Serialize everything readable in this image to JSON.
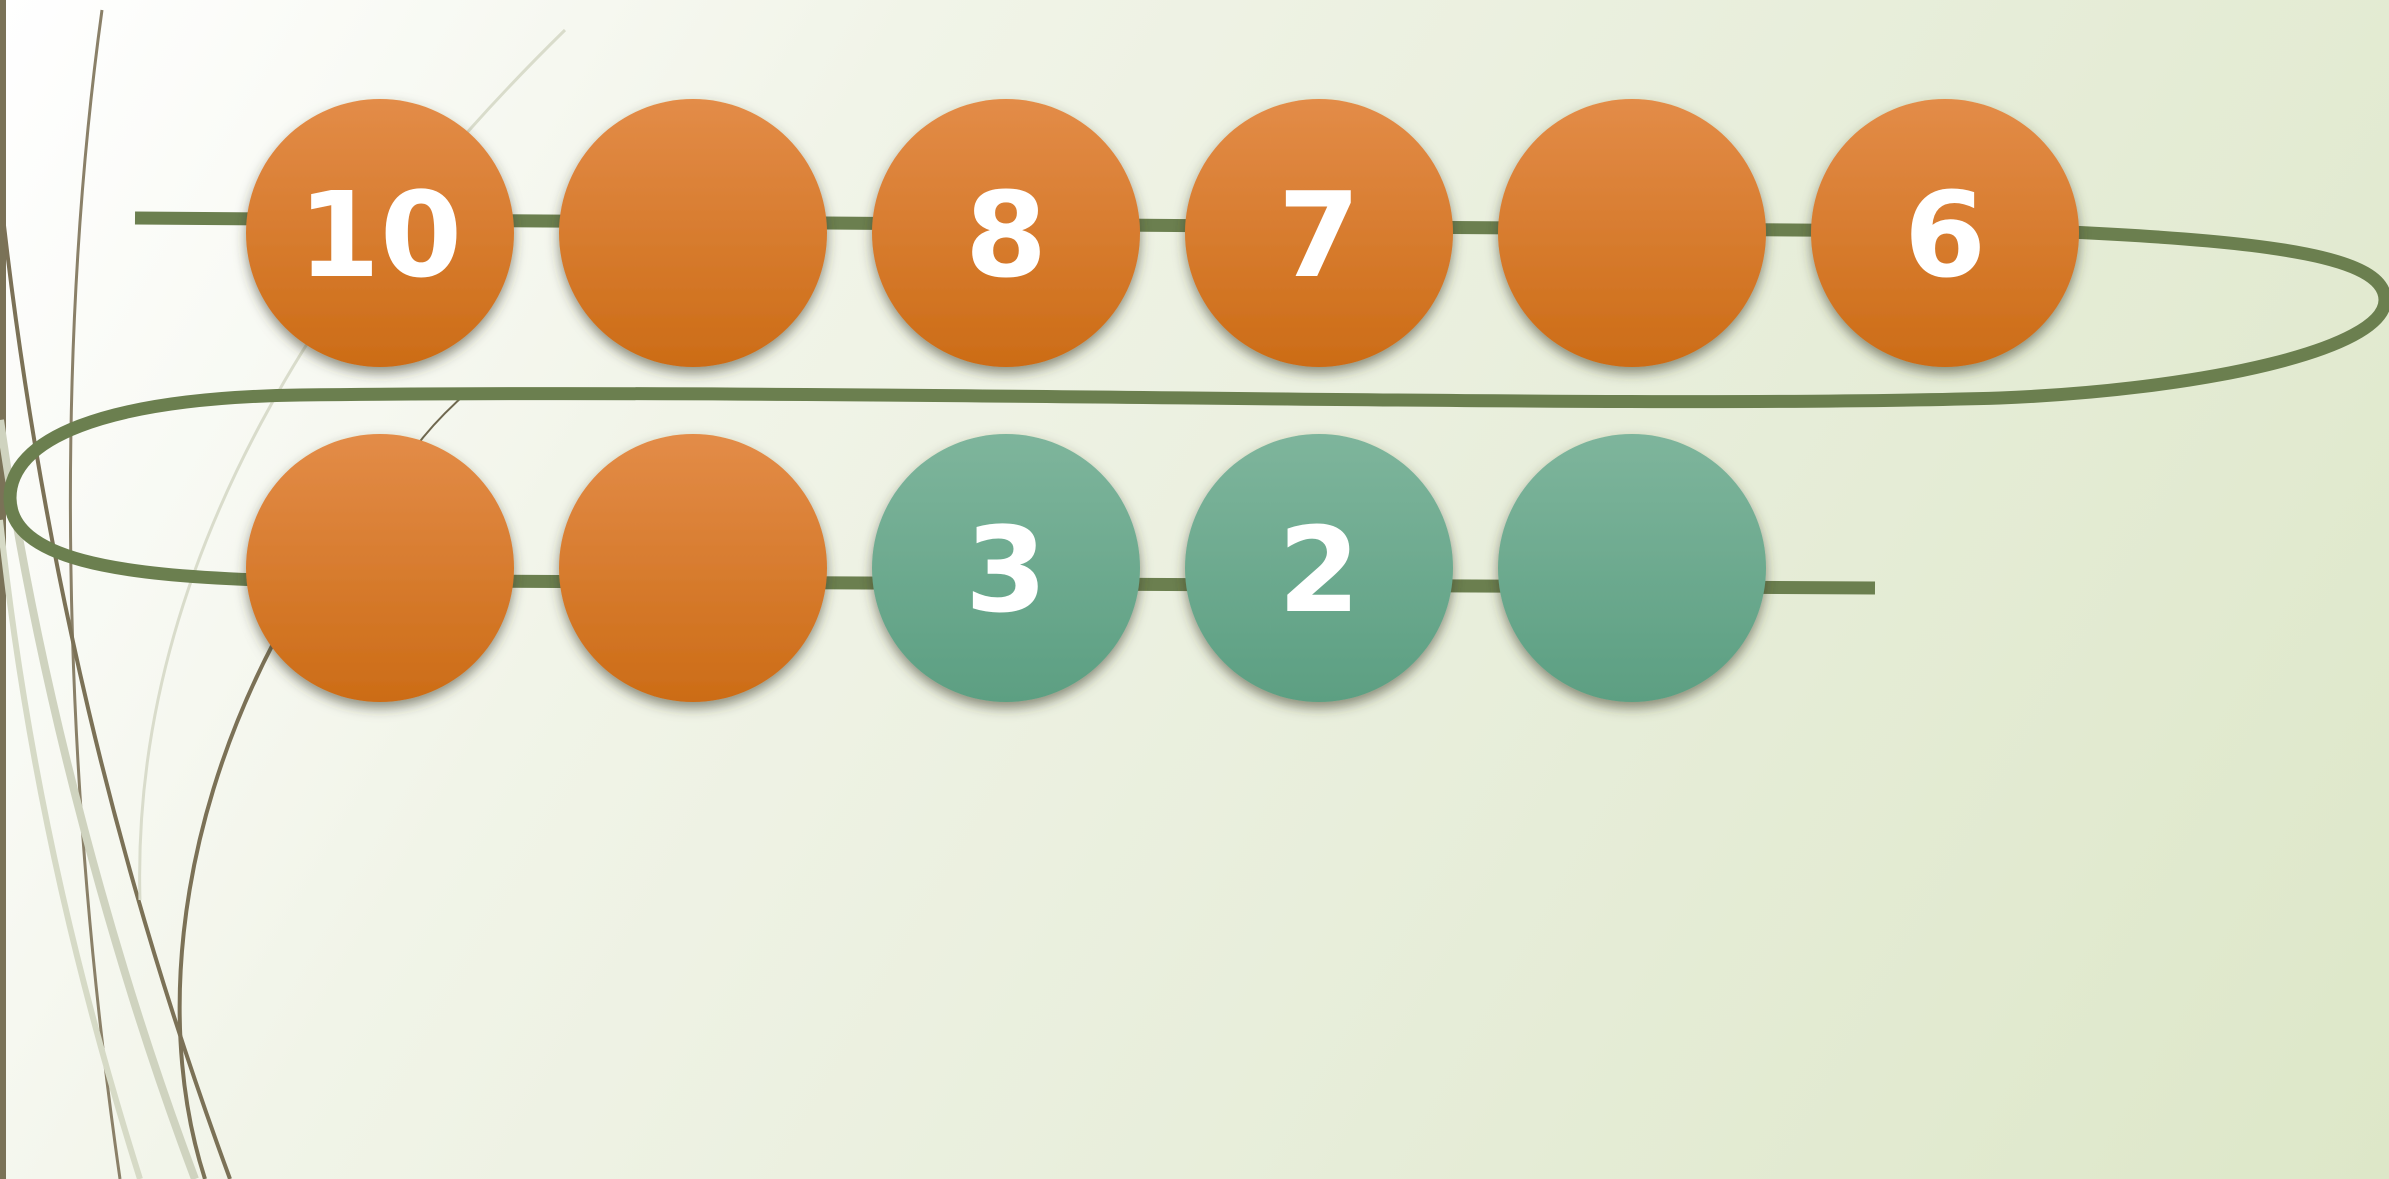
{
  "slide": {
    "colors": {
      "orange_top": "#E38C48",
      "orange_bottom": "#CC6C16",
      "green_top": "#7EB59C",
      "green_bottom": "#5C9F82",
      "wire": "#6B7F4F",
      "bead_label": "#FFFFFF"
    },
    "top_row": [
      {
        "label": "10",
        "color": "orange"
      },
      {
        "label": "",
        "color": "orange"
      },
      {
        "label": "8",
        "color": "orange"
      },
      {
        "label": "7",
        "color": "orange"
      },
      {
        "label": "",
        "color": "orange"
      },
      {
        "label": "6",
        "color": "orange"
      }
    ],
    "bottom_row": [
      {
        "label": "",
        "color": "orange"
      },
      {
        "label": "",
        "color": "orange"
      },
      {
        "label": "3",
        "color": "green"
      },
      {
        "label": "2",
        "color": "green"
      },
      {
        "label": "",
        "color": "green"
      }
    ]
  }
}
